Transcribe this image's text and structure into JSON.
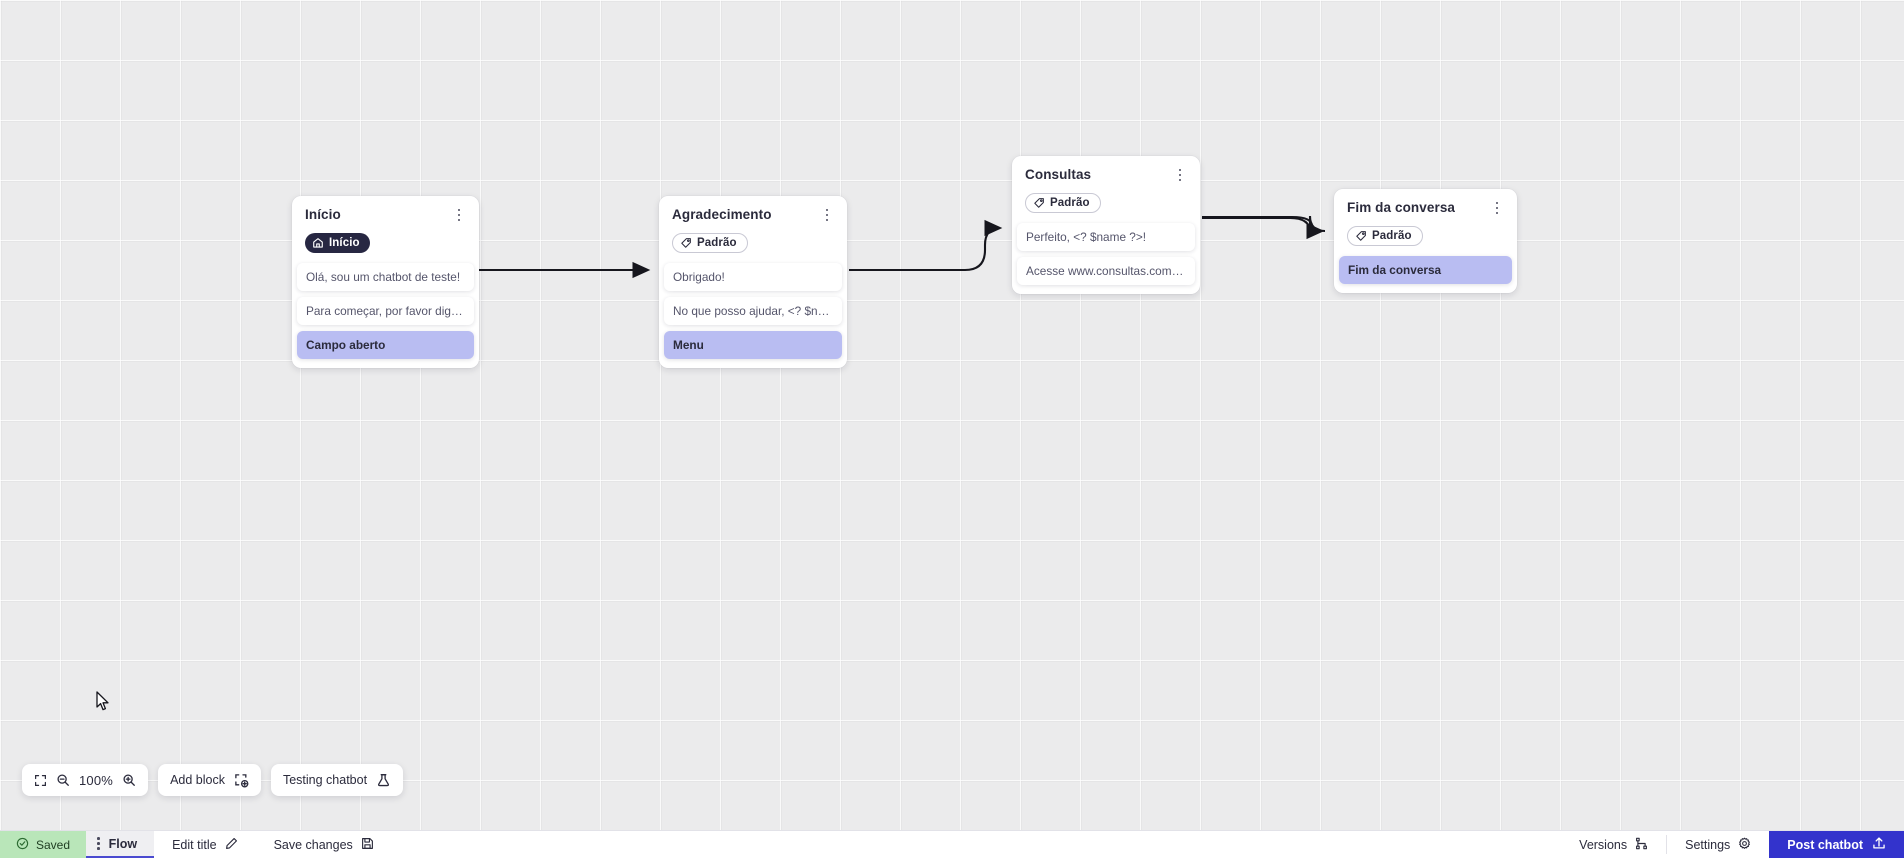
{
  "canvas": {
    "nodes": [
      {
        "id": "inicio",
        "title": "Início",
        "badge": {
          "type": "home",
          "label": "Início",
          "icon": "home-icon"
        },
        "rows": [
          {
            "text": "Olá, sou um chatbot de teste!",
            "accent": false
          },
          {
            "text": "Para começar, por favor digite o ...",
            "accent": false
          },
          {
            "text": "Campo aberto",
            "accent": true
          }
        ]
      },
      {
        "id": "agradecimento",
        "title": "Agradecimento",
        "badge": {
          "type": "tag",
          "label": "Padrão",
          "icon": "tag-icon"
        },
        "rows": [
          {
            "text": "Obrigado!",
            "accent": false
          },
          {
            "text": "No que posso ajudar, <? $name ...",
            "accent": false
          },
          {
            "text": "Menu",
            "accent": true
          }
        ]
      },
      {
        "id": "consultas",
        "title": "Consultas",
        "badge": {
          "type": "tag",
          "label": "Padrão",
          "icon": "tag-icon"
        },
        "rows": [
          {
            "text": "Perfeito, <? $name ?>!",
            "accent": false
          },
          {
            "text": "Acesse www.consultas.com par...",
            "accent": false
          }
        ]
      },
      {
        "id": "fim",
        "title": "Fim da conversa",
        "badge": {
          "type": "tag",
          "label": "Padrão",
          "icon": "tag-icon"
        },
        "rows": [
          {
            "text": "Fim da conversa",
            "accent": true
          }
        ]
      }
    ]
  },
  "toolbar": {
    "fit_icon": "fit-screen-icon",
    "zoom_out_icon": "zoom-out-icon",
    "zoom_level": "100%",
    "zoom_in_icon": "zoom-in-icon",
    "add_block_label": "Add block",
    "add_block_icon": "add-block-icon",
    "testing_label": "Testing chatbot",
    "testing_icon": "flask-icon"
  },
  "statusbar": {
    "saved_label": "Saved",
    "saved_icon": "check-circle-icon",
    "flow_tab_label": "Flow",
    "flow_tab_kebab": "kebab-icon",
    "edit_title_label": "Edit title",
    "edit_title_icon": "pencil-icon",
    "save_changes_label": "Save changes",
    "save_changes_icon": "floppy-disk-icon",
    "versions_label": "Versions",
    "versions_icon": "branch-icon",
    "settings_label": "Settings",
    "settings_icon": "gear-icon",
    "post_label": "Post chatbot",
    "post_icon": "upload-icon"
  },
  "colors": {
    "accent_row": "#b9bdf2",
    "brand_blue": "#3333cc",
    "saved_green": "#b9e6b9",
    "badge_dark": "#272742",
    "canvas_bg": "#ebebec"
  }
}
